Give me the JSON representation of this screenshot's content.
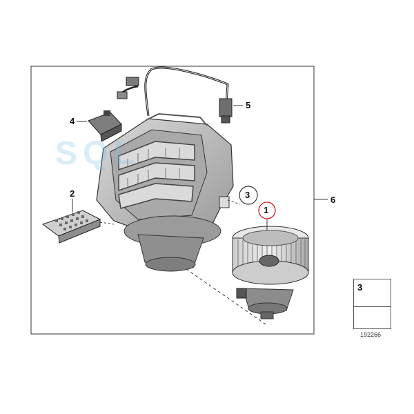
{
  "diagram": {
    "callouts": {
      "one": "1",
      "two": "2",
      "three": "3",
      "four": "4",
      "five": "5",
      "six": "6"
    },
    "legend": {
      "number": "3",
      "icon": "screw-icon",
      "arrow_icon": "mounting-direction-arrow-icon"
    },
    "diagram_id": "192266",
    "watermark_text": "SQL",
    "colors": {
      "outline": "#333333",
      "part_fill": "#bfbfbf",
      "part_dark": "#8a8a8a",
      "highlight_circle": "#d01e1e",
      "watermark": "#8cc8e8"
    }
  }
}
